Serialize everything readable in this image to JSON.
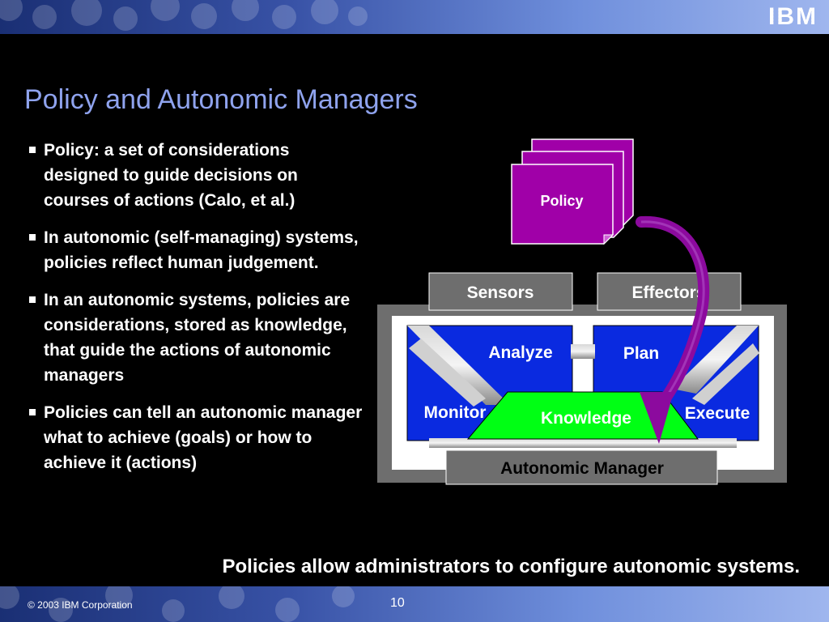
{
  "header": {
    "logo": "IBM"
  },
  "slide": {
    "title": "Policy and Autonomic Managers",
    "bullets": [
      "Policy: a set of considerations designed to guide decisions on courses of actions (Calo, et al.)",
      "In autonomic (self-managing) systems, policies reflect human judgement.",
      "In an autonomic systems, policies are considerations, stored as knowledge, that guide the actions of autonomic managers",
      "Policies can tell an autonomic manager what to achieve (goals) or how to achieve it (actions)"
    ],
    "summary": "Policies allow administrators to configure autonomic systems."
  },
  "diagram": {
    "policy_label": "Policy",
    "sensors_label": "Sensors",
    "effectors_label": "Effectors",
    "analyze_label": "Analyze",
    "plan_label": "Plan",
    "monitor_label": "Monitor",
    "execute_label": "Execute",
    "knowledge_label": "Knowledge",
    "manager_label": "Autonomic Manager",
    "colors": {
      "policy_fill": "#a000a8",
      "arrow": "#8c0a9e",
      "quadrant": "#0a2ae0",
      "knowledge": "#00ff14",
      "gray_box": "#6e6e6e"
    }
  },
  "footer": {
    "copyright": "© 2003 IBM Corporation",
    "page_number": "10"
  }
}
